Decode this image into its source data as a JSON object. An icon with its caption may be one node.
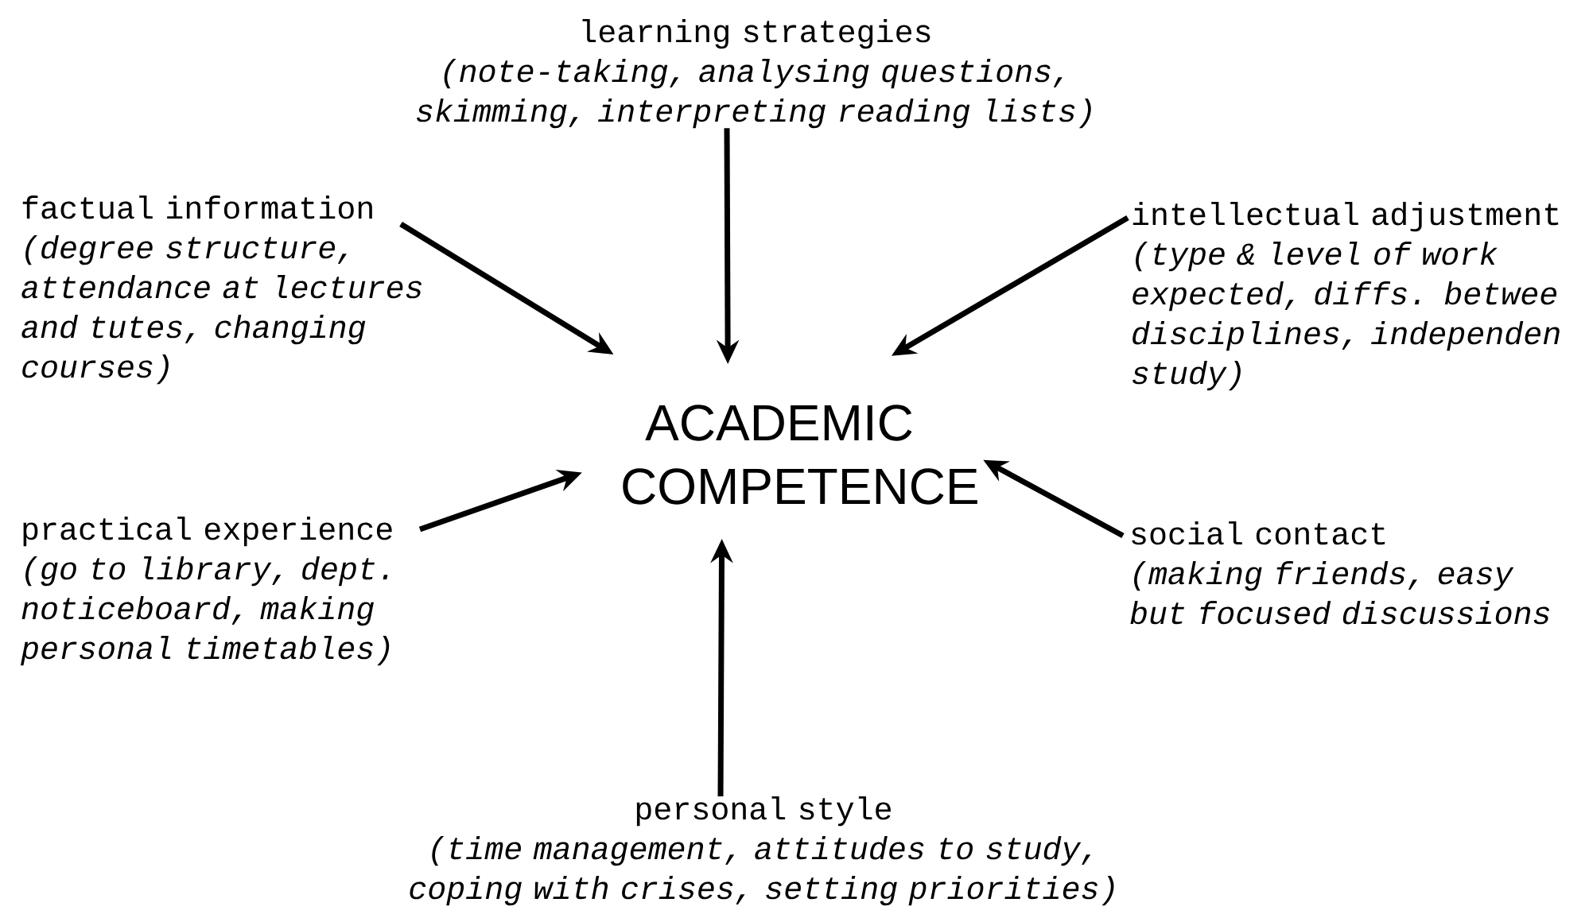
{
  "diagram": {
    "nodes": [
      {
        "text": [
          "learning strategies",
          "(note-taking, analysing questions, skimming, interpreting reading lists)"
        ]
      },
      {
        "text": [
          "factual information",
          "(degree structure, attendance at lectures and tutes, changing courses)"
        ]
      },
      {
        "text": [
          "intellectual adjustment",
          "(type & level of work expected, diffs. betwee disciplines, independen study)"
        ]
      },
      {
        "text": [
          "ACADEMIC COMPETENCE"
        ]
      },
      {
        "text": [
          "practical experience",
          "(go to library, dept. noticeboard, making personal timetables)"
        ]
      },
      {
        "text": [
          "social contact",
          "(making friends, easy but focused discussions"
        ]
      },
      {
        "text": [
          "personal style",
          "(time management, attitudes to study, coping with crises, setting priorities)"
        ]
      }
    ],
    "edges": [
      {
        "from": 0,
        "to": 3,
        "arrow": "to"
      },
      {
        "from": 1,
        "to": 3,
        "arrow": "to"
      },
      {
        "from": 2,
        "to": 3,
        "arrow": "to"
      },
      {
        "from": 4,
        "to": 3,
        "arrow": "to"
      },
      {
        "from": 5,
        "to": 3,
        "arrow": "to"
      },
      {
        "from": 6,
        "to": 3,
        "arrow": "to"
      }
    ]
  }
}
